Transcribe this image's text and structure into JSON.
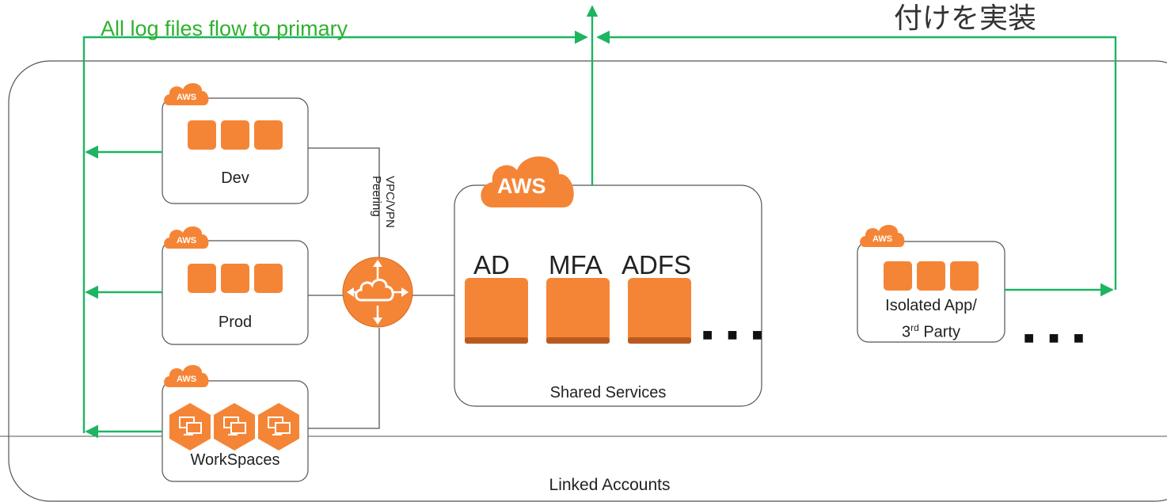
{
  "header": {
    "flow_note": "All log files flow to primary",
    "top_right_text": "付けを実装"
  },
  "container": {
    "label": "Linked Accounts"
  },
  "vpc": {
    "label_line1": "VPC/VPN",
    "label_line2": "Peering"
  },
  "accounts": {
    "dev": {
      "label": "Dev",
      "badge": "AWS"
    },
    "prod": {
      "label": "Prod",
      "badge": "AWS"
    },
    "workspaces": {
      "label": "WorkSpaces",
      "badge": "AWS"
    },
    "shared": {
      "label": "Shared Services",
      "badge": "AWS",
      "services": [
        "AD",
        "MFA",
        "ADFS"
      ],
      "more": "■ ■ ■"
    },
    "isolated": {
      "label_line1": "Isolated App/",
      "label_line2_pre": "3",
      "label_line2_sup": "rd",
      "label_line2_post": " Party",
      "badge": "AWS"
    }
  },
  "more_accounts": "■ ■ ■",
  "colors": {
    "aws_orange": "#F58536",
    "arrow_green": "#1DB462",
    "text_green": "#2DB22D",
    "border": "#555555"
  }
}
